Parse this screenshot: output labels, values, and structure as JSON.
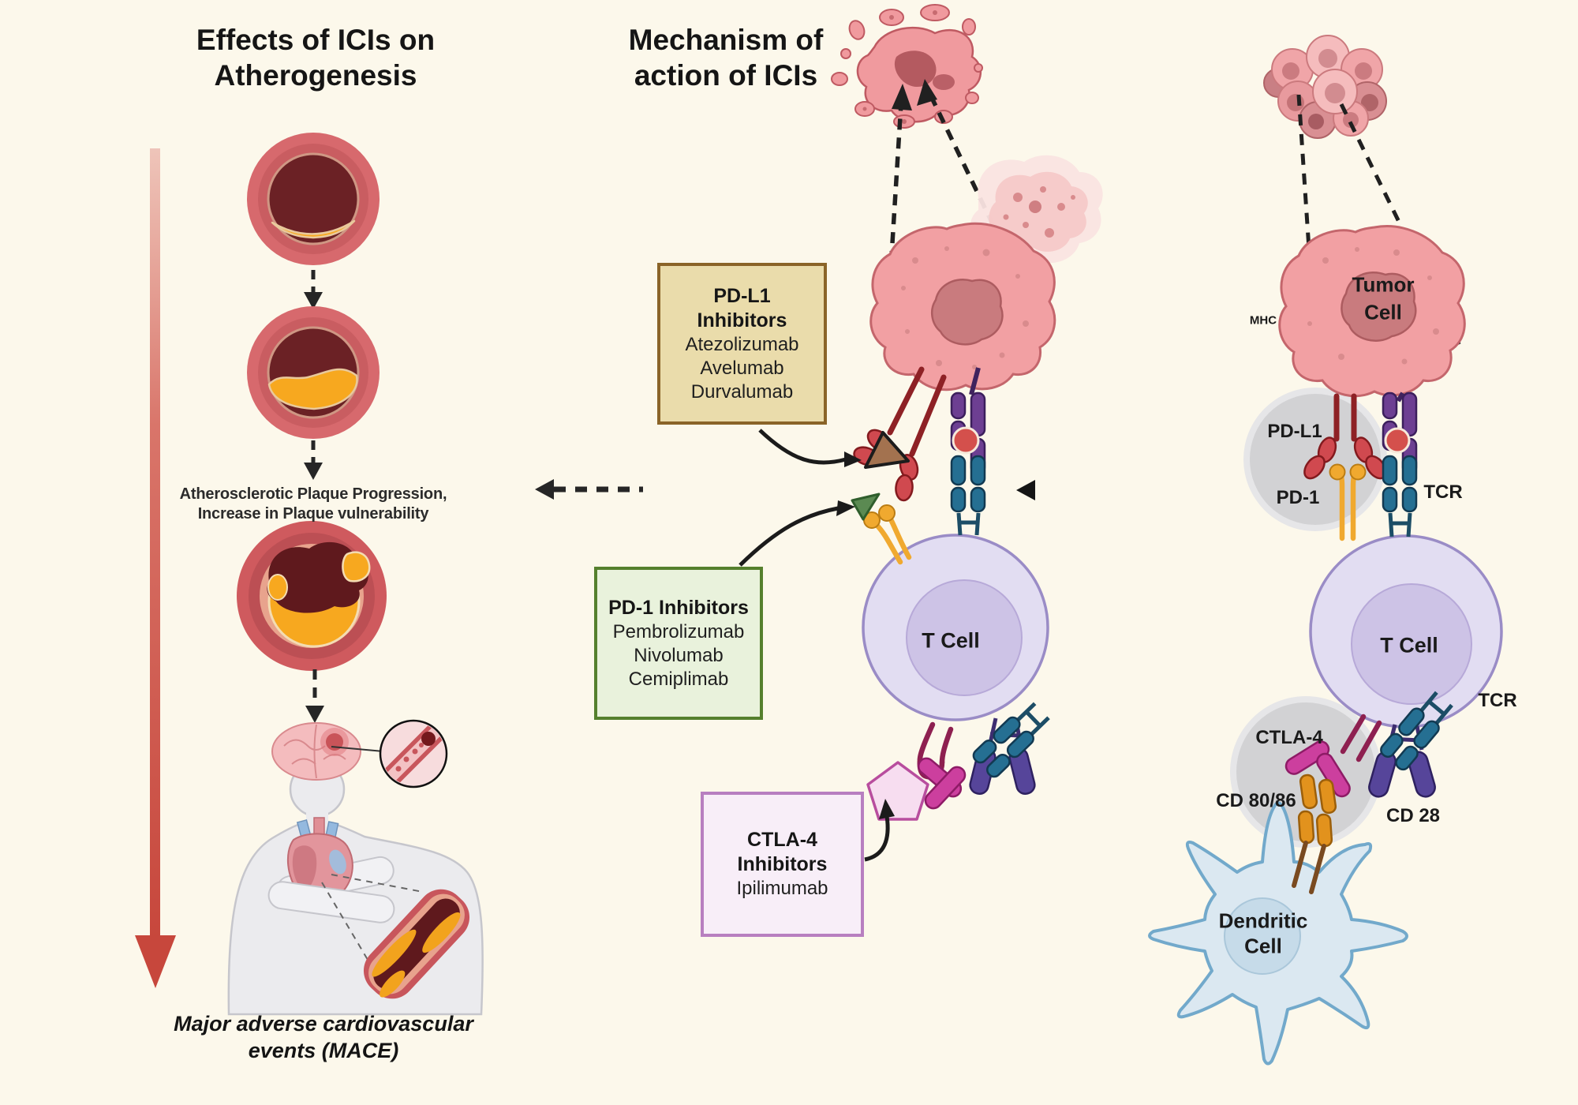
{
  "figure": {
    "left_panel": {
      "title_line1": "Effects of ICIs on",
      "title_line2": "Atherogenesis",
      "caption_line1": "Atherosclerotic Plaque Progression,",
      "caption_line2": "Increase in Plaque vulnerability",
      "outcome_line1": "Major adverse cardiovascular",
      "outcome_line2": "events (MACE)"
    },
    "middle_panel": {
      "title_line1": "Mechanism of",
      "title_line2": "action of ICIs",
      "t_cell_label": "T Cell",
      "pdl1_box": {
        "title_line1": "PD-L1",
        "title_line2": "Inhibitors",
        "drug1": "Atezolizumab",
        "drug2": "Avelumab",
        "drug3": "Durvalumab"
      },
      "pd1_box": {
        "title_line1": "PD-1 Inhibitors",
        "drug1": "Pembrolizumab",
        "drug2": "Nivolumab",
        "drug3": "Cemiplimab"
      },
      "ctla4_box": {
        "title_line1": "CTLA-4",
        "title_line2": "Inhibitors",
        "drug1": "Ipilimumab"
      }
    },
    "right_panel": {
      "tumor_cell_line1": "Tumor",
      "tumor_cell_line2": "Cell",
      "t_cell_label": "T Cell",
      "dendritic_line1": "Dendritic",
      "dendritic_line2": "Cell",
      "mhc_label": "MHC",
      "pdl1_label": "PD-L1",
      "pd1_label": "PD-1",
      "tcr_top_label": "TCR",
      "ctla4_label": "CTLA-4",
      "cd8086_label": "CD 80/86",
      "cd28_label": "CD 28",
      "tcr_bottom_label": "TCR"
    }
  },
  "colors": {
    "canvas-bg": "#fcf8eb",
    "title-text": "#151515",
    "pdl1-box-bg": "#eadcab",
    "pdl1-box-border": "#8a6428",
    "pd1-box-bg": "#e9f2dc",
    "pd1-box-border": "#55802d",
    "ctla4-box-bg": "#f8eef8",
    "ctla4-box-border": "#b87fc0",
    "tumor-pink": "#f2a0a3",
    "tcell-lavender": "#e2ddf2",
    "dendritic-blue": "#dbe8f1",
    "plaque-yellow": "#f7a81f",
    "vessel-red": "#d7696d",
    "progression-arrow-red": "#c7473c",
    "interaction-circle-grey": "#d2d2d4",
    "tcr-teal": "#256f92",
    "mhc-purple": "#6d3f92",
    "pd1-yellow": "#f0a92f",
    "pdl1-dark-red": "#8e2125",
    "ctla4-maroon": "#8e2050",
    "ctla4-magenta": "#cc3f9e",
    "cd8086-orange": "#e2921d",
    "cd28-purple": "#56459a"
  }
}
